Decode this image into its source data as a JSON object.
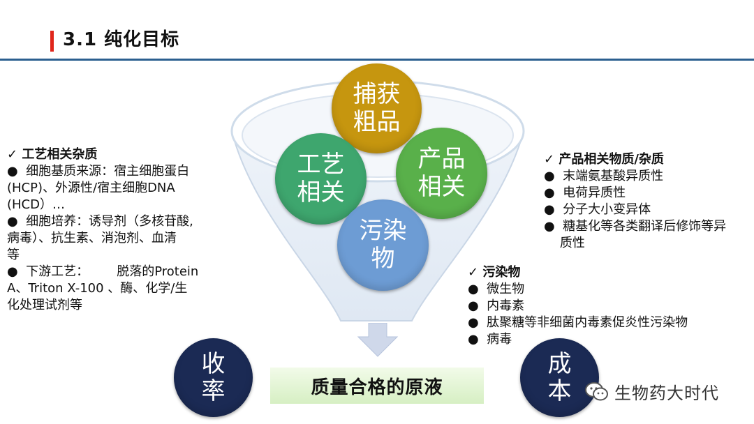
{
  "header": {
    "title": "3.1 纯化目标"
  },
  "funnel": {
    "circles": {
      "capture": "捕获\n粗品",
      "process": "工艺\n相关",
      "product": "产品\n相关",
      "contaminant": "污染\n物"
    },
    "result": "质量合格的原液"
  },
  "side_circles": {
    "yield": "收\n率",
    "cost": "成\n本"
  },
  "left_list": {
    "heading": "✓ 工艺相关杂质",
    "lines": [
      "●  细胞基质来源：宿主细胞蛋白",
      "(HCP)、外源性/宿主细胞DNA",
      "(HCD）…",
      "●  细胞培养：诱导剂（多核苷酸,",
      "病毒）、抗生素、消泡剂、血清",
      "等",
      "●  下游工艺：       脱落的Protein",
      "A、Triton X-100 、酶、化学/生",
      "化处理试剂等"
    ]
  },
  "right_top_list": {
    "heading": "✓ 产品相关物质/杂质",
    "lines": [
      "●  末端氨基酸异质性",
      "●  电荷异质性",
      "●  分子大小变异体",
      "●  糖基化等各类翻译后修饰等异",
      "    质性"
    ]
  },
  "right_mid_list": {
    "heading": "✓ 污染物",
    "lines": [
      "●  微生物",
      "●  内毒素",
      "●  肽聚糖等非细菌内毒素促炎性污染物",
      "●  病毒"
    ]
  },
  "watermark": {
    "text": "生物药大时代"
  }
}
